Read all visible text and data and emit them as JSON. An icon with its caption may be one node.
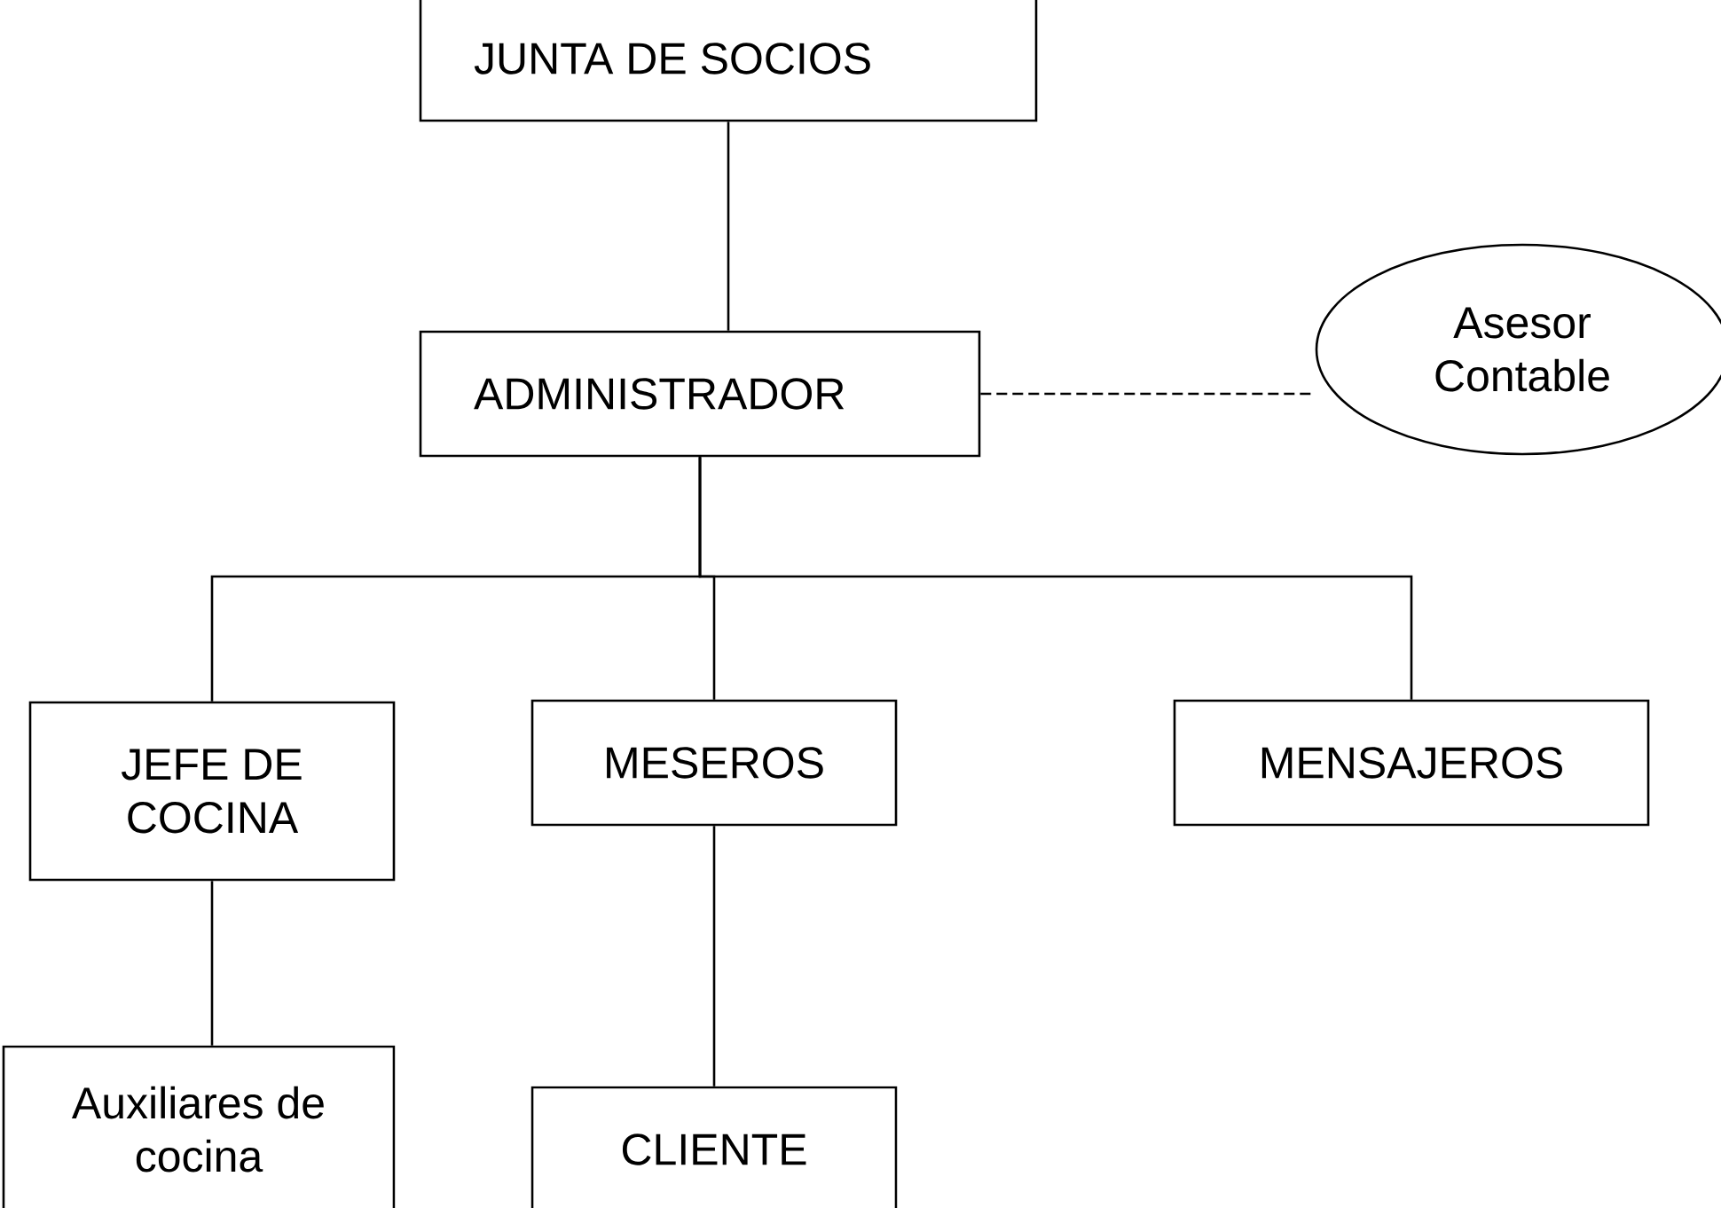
{
  "diagram": {
    "nodes": [
      {
        "text": [
          "JUNTA DE SOCIOS"
        ]
      },
      {
        "text": [
          "ADMINISTRADOR"
        ]
      },
      {
        "text": [
          "Asesor Contable"
        ]
      },
      {
        "text": [
          "JEFE DE COCINA"
        ]
      },
      {
        "text": [
          "MESEROS"
        ]
      },
      {
        "text": [
          "MENSAJEROS"
        ]
      },
      {
        "text": [
          "Auxiliares de cocina"
        ]
      },
      {
        "text": [
          "CLIENTE"
        ]
      }
    ],
    "edges": [
      {
        "from": 0,
        "to": 1,
        "arrow": "none"
      },
      {
        "from": 1,
        "to": 2,
        "arrow": "none",
        "style": "dashed"
      },
      {
        "from": 1,
        "to": 3,
        "arrow": "none"
      },
      {
        "from": 1,
        "to": 4,
        "arrow": "none"
      },
      {
        "from": 1,
        "to": 5,
        "arrow": "none"
      },
      {
        "from": 3,
        "to": 6,
        "arrow": "none"
      },
      {
        "from": 4,
        "to": 7,
        "arrow": "none"
      }
    ]
  }
}
